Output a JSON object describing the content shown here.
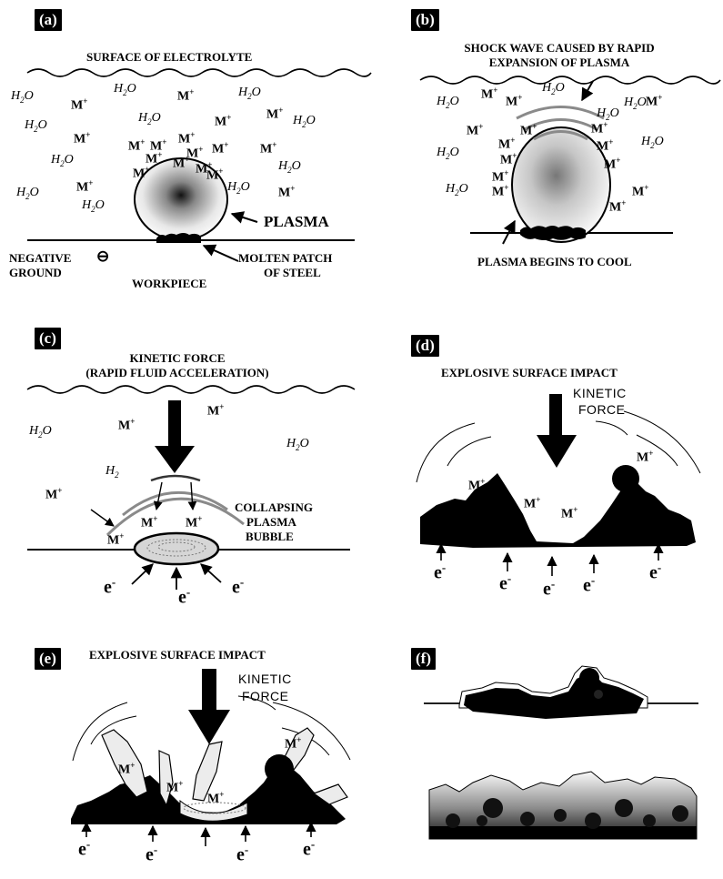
{
  "panels": {
    "a": {
      "badge": "(a)",
      "surface_label": "SURFACE OF ELECTROLYTE",
      "plasma_label": "PLASMA",
      "ground_label_1": "NEGATIVE",
      "ground_label_2": "GROUND",
      "ground_symbol": "⊖",
      "molten_label_1": "MOLTEN PATCH",
      "molten_label_2": "OF STEEL",
      "workpiece_label": "WORKPIECE"
    },
    "b": {
      "badge": "(b)",
      "shock_label_1": "SHOCK WAVE CAUSED BY RAPID",
      "shock_label_2": "EXPANSION OF PLASMA",
      "cool_label": "PLASMA BEGINS TO COOL"
    },
    "c": {
      "badge": "(c)",
      "kinetic_label_1": "KINETIC FORCE",
      "kinetic_label_2": "(RAPID FLUID ACCELERATION)",
      "collapse_label_1": "COLLAPSING",
      "collapse_label_2": "PLASMA",
      "collapse_label_3": "BUBBLE",
      "h2_label": "H"
    },
    "d": {
      "badge": "(d)",
      "impact_label": "EXPLOSIVE SURFACE IMPACT",
      "kinetic_1": "KINETIC",
      "kinetic_2": "FORCE"
    },
    "e": {
      "badge": "(e)",
      "impact_label": "EXPLOSIVE SURFACE IMPACT",
      "kinetic_1": "KINETIC",
      "kinetic_2": "FORCE"
    },
    "f": {
      "badge": "(f)"
    }
  },
  "symbols": {
    "ion": "M",
    "ion_charge": "+",
    "water_h": "H",
    "water_2": "2",
    "water_o": "O",
    "electron": "e",
    "electron_charge": "-"
  },
  "colors": {
    "ink": "#000000",
    "wave_gray": "#8a8a8a",
    "fragment_fill": "#ececec"
  }
}
